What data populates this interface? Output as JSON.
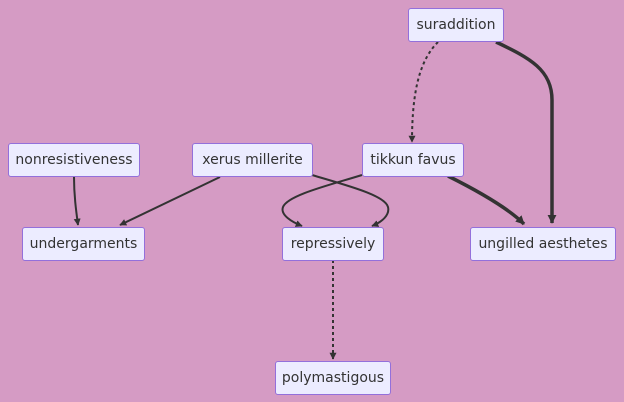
{
  "diagram": {
    "colors": {
      "background": "#d59bc4",
      "node_fill": "#ececff",
      "node_border": "#9370db",
      "text": "#333333",
      "edge": "#333333"
    },
    "nodes": {
      "suraddition": "suraddition",
      "nonresistiveness": "nonresistiveness",
      "xerus_millerite": "xerus millerite",
      "tikkun_favus": "tikkun favus",
      "undergarments": "undergarments",
      "repressively": "repressively",
      "ungilled_aesthetes": "ungilled aesthetes",
      "polymastigous": "polymastigous"
    },
    "edges": [
      {
        "from": "suraddition",
        "to": "tikkun favus",
        "style": "dotted"
      },
      {
        "from": "suraddition",
        "to": "ungilled aesthetes",
        "style": "thick"
      },
      {
        "from": "nonresistiveness",
        "to": "undergarments",
        "style": "solid"
      },
      {
        "from": "xerus millerite",
        "to": "undergarments",
        "style": "solid"
      },
      {
        "from": "xerus millerite",
        "to": "repressively",
        "style": "solid"
      },
      {
        "from": "tikkun favus",
        "to": "repressively",
        "style": "solid"
      },
      {
        "from": "tikkun favus",
        "to": "ungilled aesthetes",
        "style": "thick"
      },
      {
        "from": "repressively",
        "to": "polymastigous",
        "style": "dotted"
      }
    ]
  }
}
